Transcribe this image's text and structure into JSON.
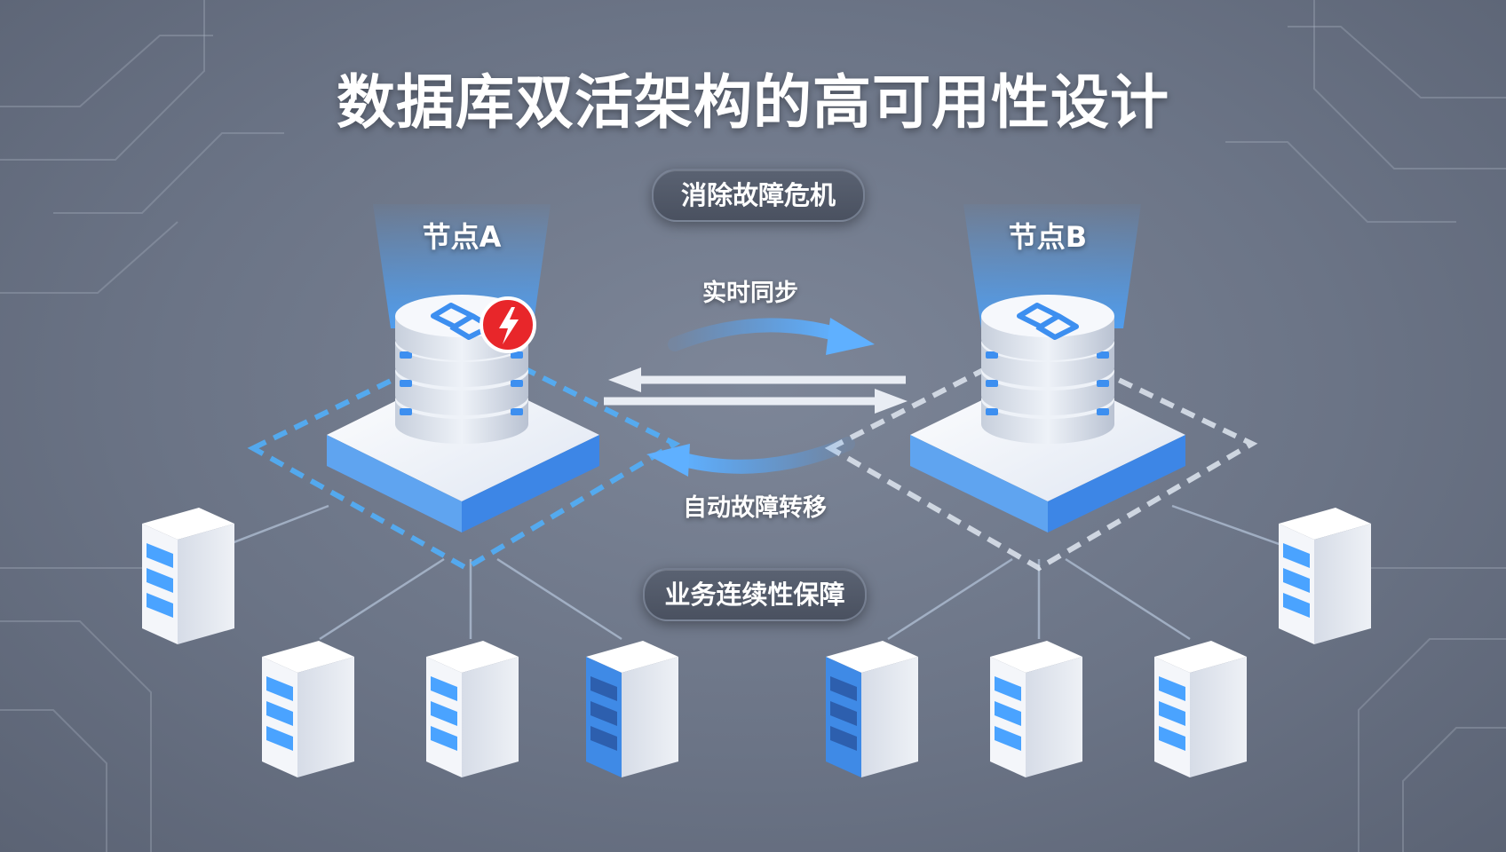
{
  "title": "数据库双活架构的高可用性设计",
  "badges": {
    "top": "消除故障危机",
    "bottom": "业务连续性保障"
  },
  "nodes": {
    "a": {
      "label": "节点A",
      "fault_icon": "lightning-bolt-icon"
    },
    "b": {
      "label": "节点B"
    }
  },
  "flows": {
    "sync": "实时同步",
    "failover": "自动故障转移"
  },
  "colors": {
    "background": "#6b7486",
    "accent_blue": "#3d8ff0",
    "fault_red": "#e8262a",
    "server_white": "#f4f6fa"
  }
}
